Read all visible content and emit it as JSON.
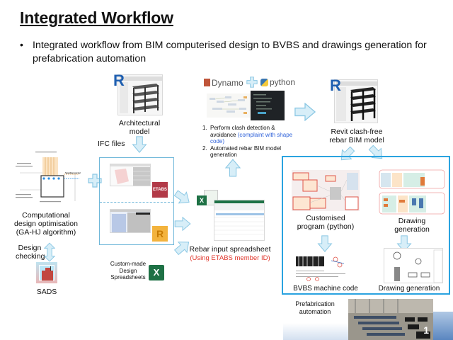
{
  "slide": {
    "title": "Integrated Workflow",
    "bullet": "Integrated workflow from BIM computerised design to BVBS and drawings generation for prefabrication automation",
    "bullet_marker": "•"
  },
  "colors": {
    "arrow_fill": "#d7eef8",
    "arrow_stroke": "#8cc8e4",
    "frame_blue": "#6fb7d9",
    "frame_bright": "#2aa3e0",
    "highlight_red": "#e0362c",
    "highlight_blue": "#2b5fd9",
    "excel_green": "#1e7145",
    "revit_blue": "#1f5fb0",
    "etabs_red": "#b23a48",
    "revit_orange": "#f3b33d"
  },
  "nodes": {
    "architectural_model": {
      "label_line1": "Architectural",
      "label_line2": "model",
      "icon": "revit-icon"
    },
    "ifc_files": {
      "label": "IFC files"
    },
    "dynamo_python": {
      "dynamo_label": "Dynamo",
      "python_label": "python",
      "steps": [
        {
          "num": "1.",
          "text": "Perform clash detection &",
          "text2": "avoidance",
          "note": "(complaint with shape code)"
        },
        {
          "num": "2.",
          "text": "Automated rebar BIM model",
          "text2": "generation"
        }
      ]
    },
    "revit_clash_free": {
      "label_line1": "Revit clash-free",
      "label_line2": "rebar BIM model"
    },
    "computational_design": {
      "label_line1": "Computational",
      "label_line2": "design optimisation",
      "label_line3": "(GA-HJ algorithm)",
      "diagram_label": "Spacing vector"
    },
    "design_checking": {
      "label_line1": "Design",
      "label_line2": "checking"
    },
    "sads": {
      "label": "SADS"
    },
    "etabs": {
      "badge": "ETABS"
    },
    "revit_badge": {
      "badge": "R"
    },
    "custom_spreadsheets": {
      "label_line1": "Custom-made",
      "label_line2": "Design",
      "label_line3": "Spreadsheets",
      "badge": "X"
    },
    "rebar_input": {
      "label": "Rebar input spreadsheet",
      "note": "(Using ETABS member ID)",
      "badge": "X"
    },
    "customised_program": {
      "label_line1": "Customised",
      "label_line2": "program (python)"
    },
    "drawing_generation_top": {
      "label_line1": "Drawing",
      "label_line2": "generation"
    },
    "bvbs_code": {
      "label": "BVBS machine code"
    },
    "drawing_generation_bottom": {
      "label": "Drawing generation"
    },
    "prefabrication": {
      "label_line1": "Prefabrication",
      "label_line2": "automation",
      "photo_number": "1"
    }
  }
}
